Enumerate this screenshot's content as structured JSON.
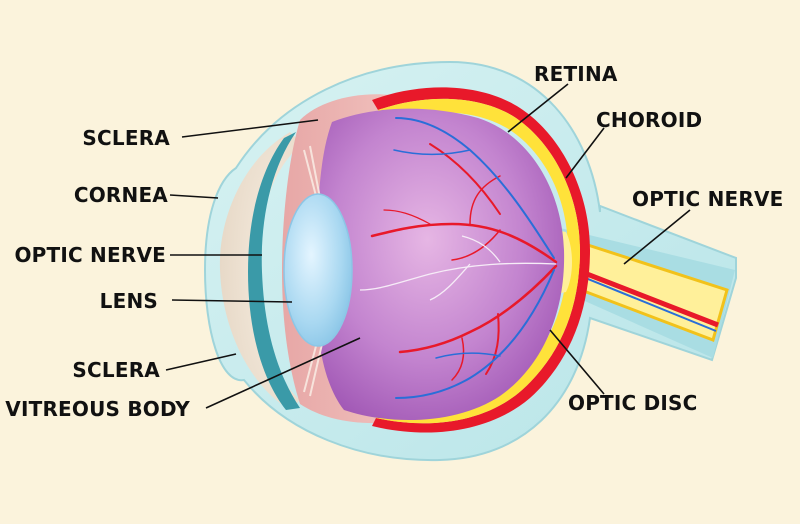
{
  "labels": {
    "sclera_top": "SCLERA",
    "cornea": "CORNEA",
    "optic_nerve_left": "OPTIC NERVE",
    "lens": "LENS",
    "sclera_bottom": "SCLERA",
    "vitreous_body": "VITREOUS BODY",
    "retina": "RETINA",
    "choroid": "CHOROID",
    "optic_nerve_right": "OPTIC NERVE",
    "optic_disc": "OPTIC DISC"
  },
  "colors": {
    "background": "#fbf3dc",
    "sclera_outer": "#a9dde3",
    "sclera_inner": "#cdeff0",
    "choroid_red": "#e8192a",
    "retina_yellow": "#ffe23a",
    "vitreous_purple": "#b36bc0",
    "lens_blue": "#a6d7f0",
    "cornea_beige": "#efe4d4",
    "iris_teal": "#3a9aa8",
    "vessel_red": "#e8192a",
    "vessel_blue": "#2a6ed8",
    "optic_nerve_yellow": "#fff09a",
    "label_text": "#111111",
    "leader_line": "#111111"
  }
}
